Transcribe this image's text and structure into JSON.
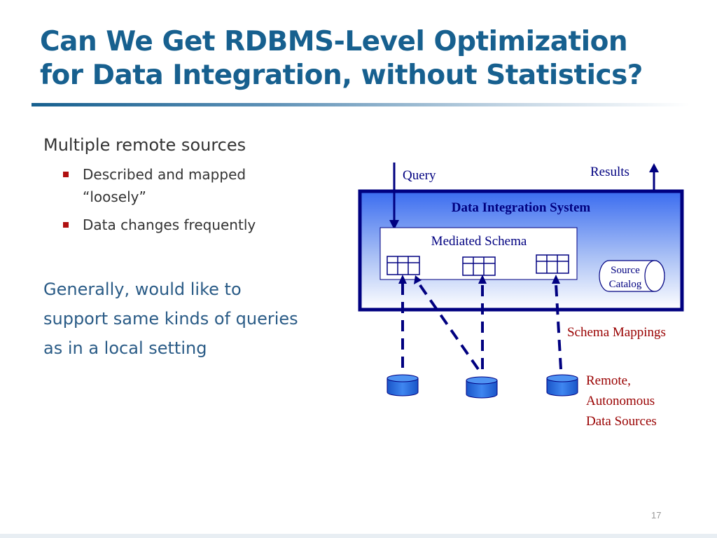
{
  "slide": {
    "title_line1": "Can We Get RDBMS-Level Optimization",
    "title_line2": "for Data Integration, without Statistics?",
    "point1": "Multiple remote sources",
    "sub_bullets": [
      "Described and mapped",
      "“loosely”",
      "Data changes frequently"
    ],
    "point2_line1": "Generally, would like to",
    "point2_line2": "support same kinds of queries",
    "point2_line3": "as in a local setting",
    "page_number": "17"
  },
  "diagram": {
    "query_label": "Query",
    "results_label": "Results",
    "system_label": "Data Integration System",
    "schema_label": "Mediated Schema",
    "catalog_line1": "Source",
    "catalog_line2": "Catalog",
    "mappings_label": "Schema Mappings",
    "sources_line1": "Remote,",
    "sources_line2": "Autonomous",
    "sources_line3": "Data Sources"
  },
  "colors": {
    "title": "#17608f",
    "navy": "#000080",
    "red_label": "#990000",
    "bullet": "#b01010"
  }
}
